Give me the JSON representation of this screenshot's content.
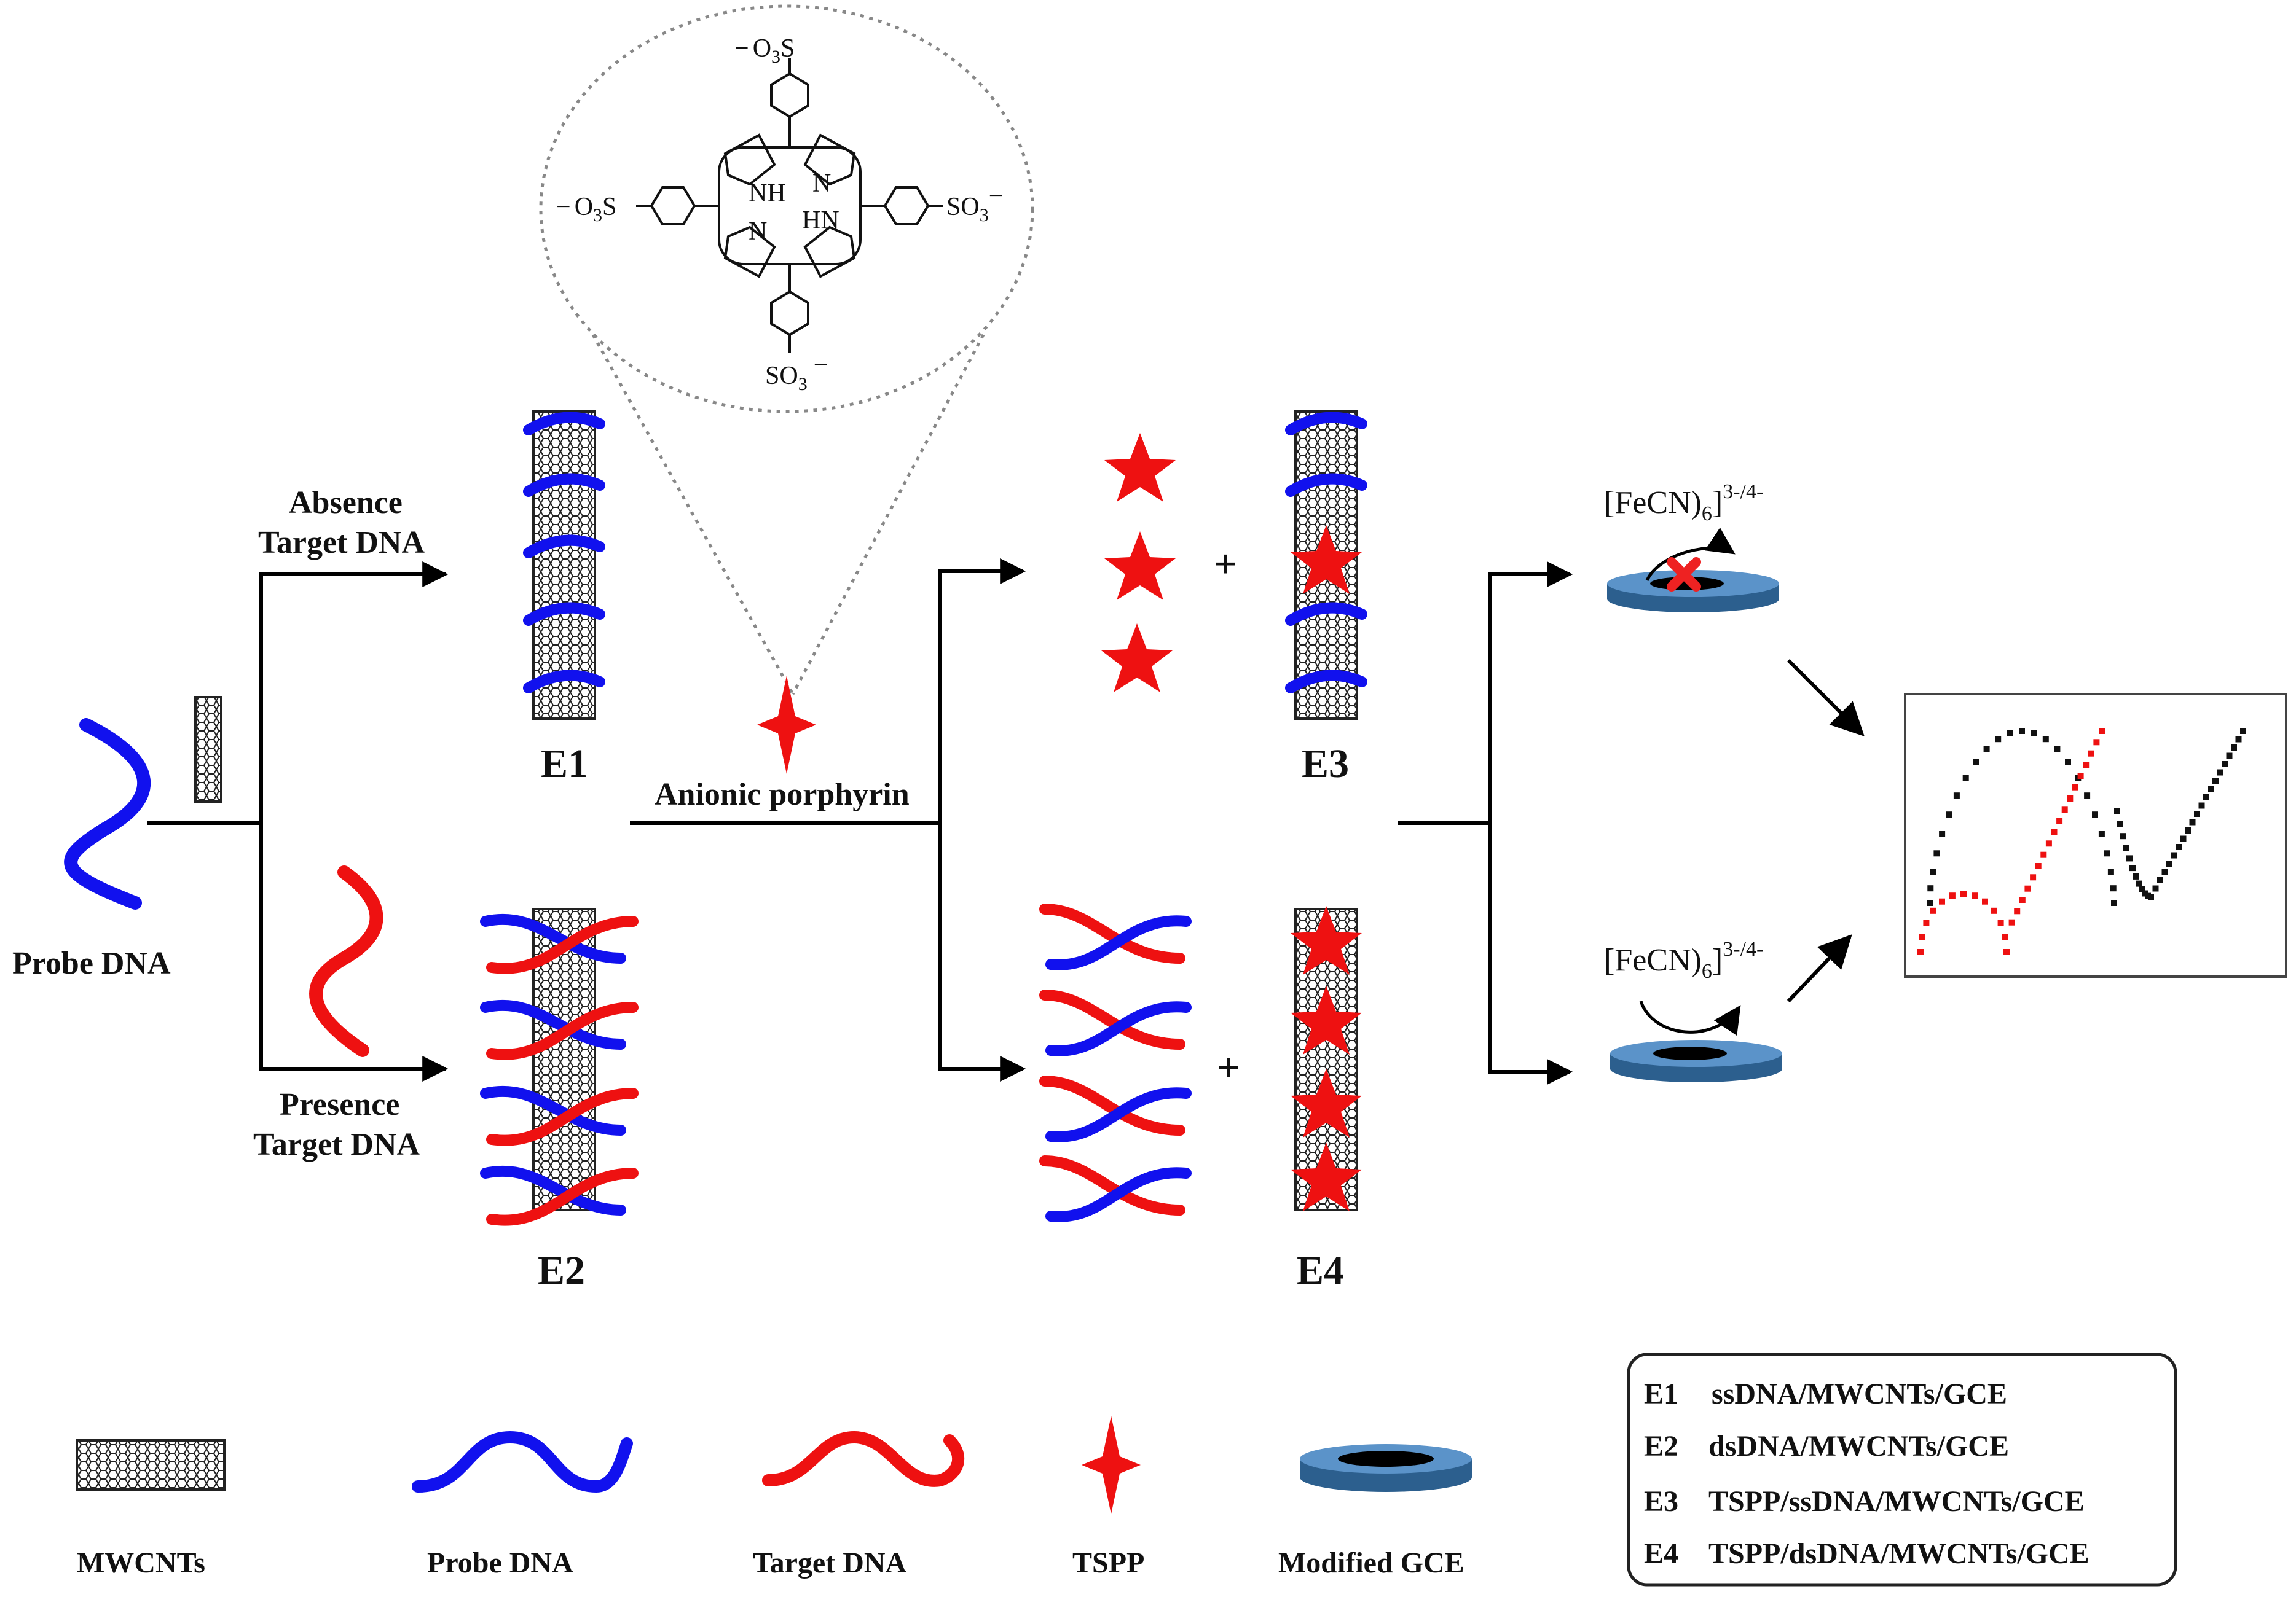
{
  "colors": {
    "probe": "#1111ee",
    "target": "#ee1111",
    "tspp": "#ee1111",
    "electrode_ring": "#5b93c9",
    "electrode_dark": "#2c5f8e",
    "line": "#000000"
  },
  "labels": {
    "probe_dna": "Probe DNA",
    "absence": "Absence",
    "absence_target": "Target DNA",
    "presence": "Presence",
    "presence_target": "Target DNA",
    "e1": "E1",
    "e2": "E2",
    "e3": "E3",
    "e4": "E4",
    "anionic_porphyrin": "Anionic porphyrin",
    "plus": "+",
    "fecn_base": "[FeCN)",
    "fecn_sub": "6",
    "fecn_charge": "]",
    "fecn_sup": "3-/4-"
  },
  "porphyrin": {
    "top_minus": "−",
    "top": "O",
    "top_sub": "3",
    "top_s": "S",
    "left_minus": "−",
    "left": "O",
    "left_sub": "3",
    "left_s": "S",
    "right": "SO",
    "right_sub": "3",
    "right_minus": "−",
    "bottom": "SO",
    "bottom_sub": "3",
    "bottom_minus": "−",
    "nh1": "NH",
    "n1": "N",
    "n2": "N",
    "hn": "HN"
  },
  "legend_items": [
    {
      "label": "MWCNTs",
      "icon": "nanotube-icon"
    },
    {
      "label": "Probe DNA",
      "icon": "blue-strand-icon"
    },
    {
      "label": "Target DNA",
      "icon": "red-strand-icon"
    },
    {
      "label": "TSPP",
      "icon": "star-icon"
    },
    {
      "label": "Modified GCE",
      "icon": "electrode-icon"
    }
  ],
  "key_box": [
    {
      "code": "E1",
      "desc": "ssDNA/MWCNTs/GCE"
    },
    {
      "code": "E2",
      "desc": "dsDNA/MWCNTs/GCE"
    },
    {
      "code": "E3",
      "desc": "TSPP/ssDNA/MWCNTs/GCE"
    },
    {
      "code": "E4",
      "desc": "TSPP/dsDNA/MWCNTs/GCE"
    }
  ]
}
